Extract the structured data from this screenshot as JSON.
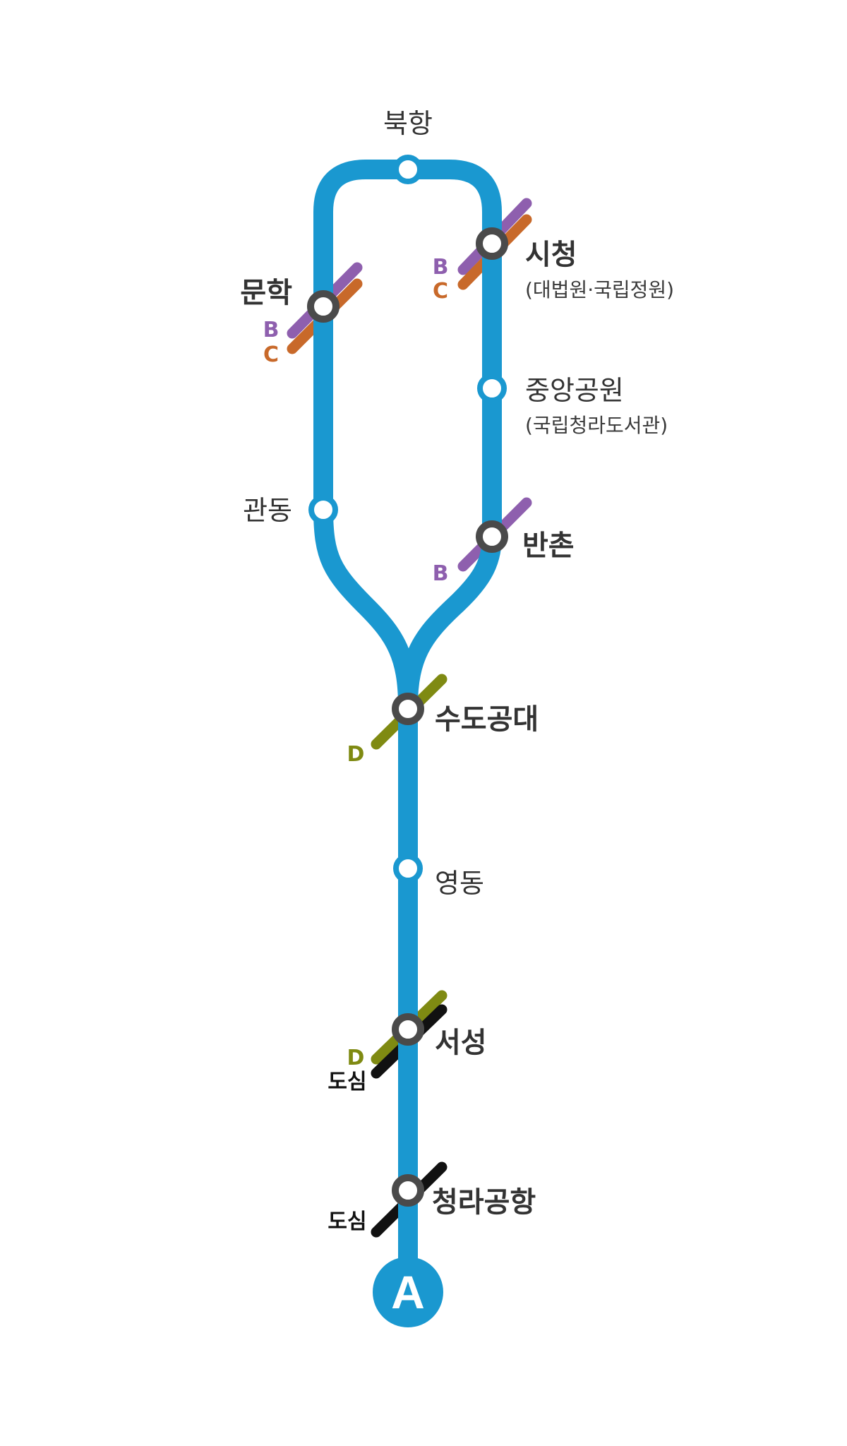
{
  "line": {
    "name": "A",
    "color": "#1a98d0"
  },
  "line_colors": {
    "B": "#8e5fae",
    "C": "#c8692a",
    "D": "#7f8a12",
    "도심": "#111111"
  },
  "stations": [
    {
      "id": "bukhang",
      "name": "북항",
      "sub": "",
      "transfer": false,
      "lines": []
    },
    {
      "id": "sicheong",
      "name": "시청",
      "sub": "(대법원·국립정원)",
      "transfer": true,
      "lines": [
        "B",
        "C"
      ]
    },
    {
      "id": "munhak",
      "name": "문학",
      "sub": "",
      "transfer": true,
      "lines": [
        "B",
        "C"
      ]
    },
    {
      "id": "jungang",
      "name": "중앙공원",
      "sub": "(국립청라도서관)",
      "transfer": false,
      "lines": []
    },
    {
      "id": "gwandong",
      "name": "관동",
      "sub": "",
      "transfer": false,
      "lines": []
    },
    {
      "id": "banchon",
      "name": "반촌",
      "sub": "",
      "transfer": true,
      "lines": [
        "B"
      ]
    },
    {
      "id": "sudo",
      "name": "수도공대",
      "sub": "",
      "transfer": true,
      "lines": [
        "D"
      ]
    },
    {
      "id": "yeongdong",
      "name": "영동",
      "sub": "",
      "transfer": false,
      "lines": []
    },
    {
      "id": "seoseong",
      "name": "서성",
      "sub": "",
      "transfer": true,
      "lines": [
        "D",
        "도심"
      ]
    },
    {
      "id": "cheongna",
      "name": "청라공항",
      "sub": "",
      "transfer": true,
      "lines": [
        "도심"
      ]
    }
  ]
}
